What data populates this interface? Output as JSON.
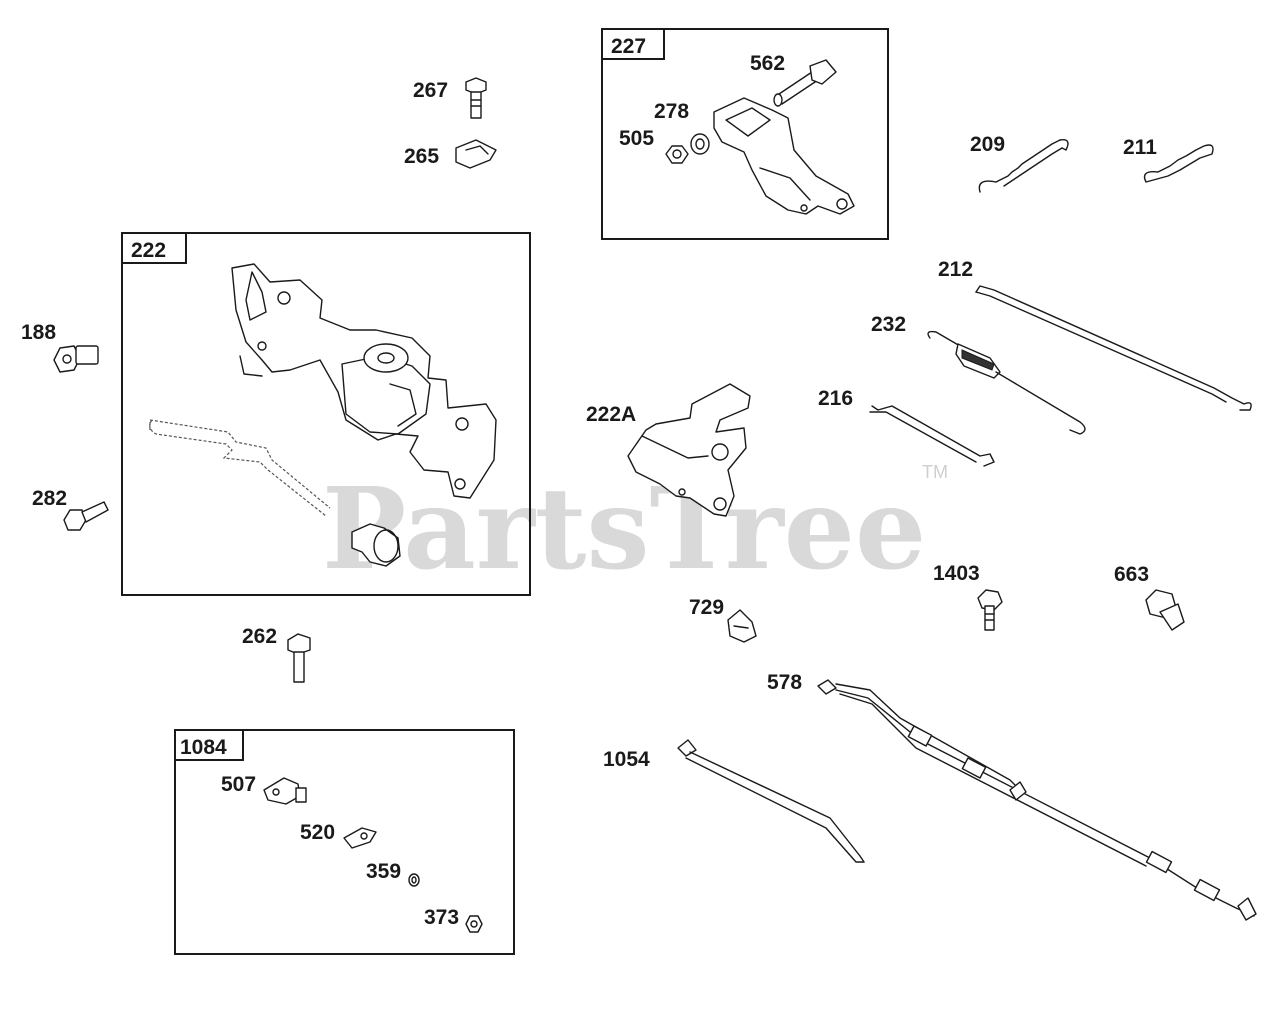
{
  "watermark": {
    "text": "PartsTree",
    "tm": "TM"
  },
  "boxes": {
    "b222": "222",
    "b227": "227",
    "b1084": "1084"
  },
  "callouts": {
    "p267": "267",
    "p265": "265",
    "p188": "188",
    "p282": "282",
    "p262": "262",
    "p562": "562",
    "p278": "278",
    "p505": "505",
    "p209": "209",
    "p211": "211",
    "p212": "212",
    "p232": "232",
    "p216": "216",
    "p222A": "222A",
    "p1403": "1403",
    "p663": "663",
    "p729": "729",
    "p578": "578",
    "p1054": "1054",
    "p507": "507",
    "p520": "520",
    "p359": "359",
    "p373": "373"
  }
}
